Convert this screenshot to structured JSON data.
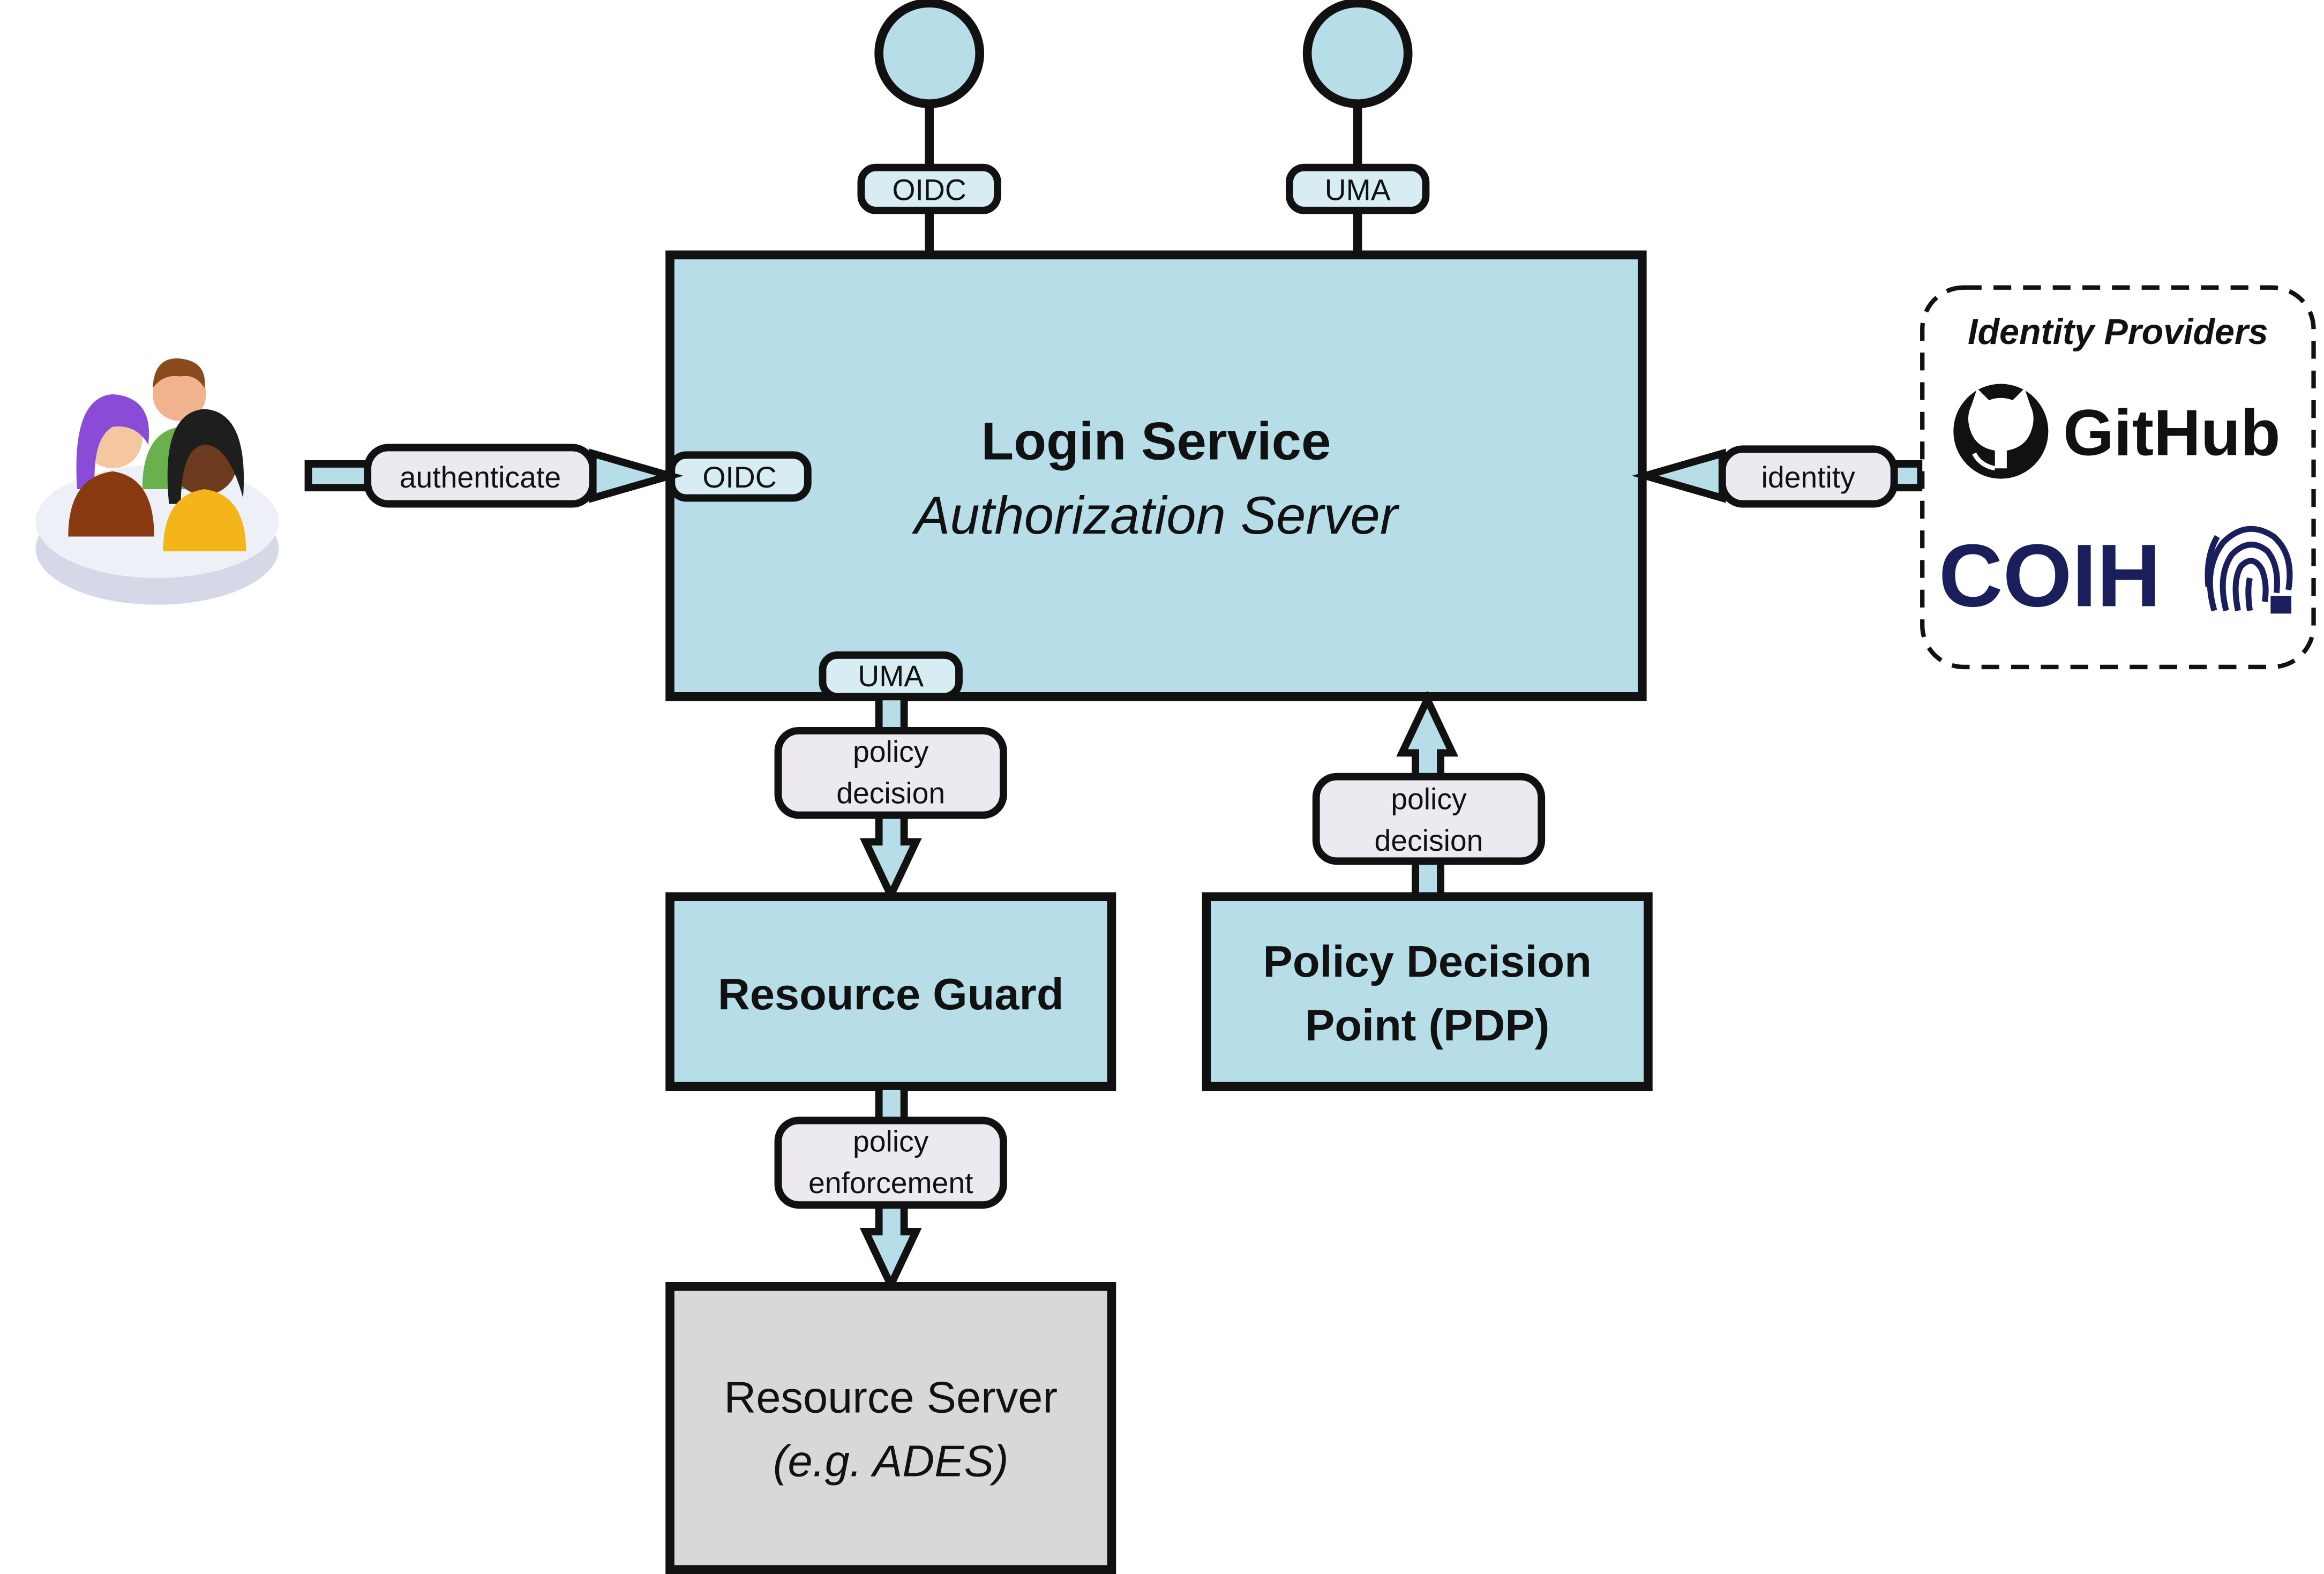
{
  "diagram": {
    "login_service": {
      "title": "Login Service",
      "subtitle": "Authorization Server"
    },
    "resource_guard": {
      "title": "Resource Guard"
    },
    "pdp": {
      "line1": "Policy Decision",
      "line2": "Point (PDP)"
    },
    "resource_server": {
      "line1": "Resource Server",
      "line2": "(e.g. ADES)"
    },
    "identity_providers": {
      "title": "Identity Providers",
      "github": "GitHub",
      "coih": "COIH"
    },
    "interfaces": {
      "oidc_top": "OIDC",
      "uma_top": "UMA",
      "oidc_left": "OIDC",
      "uma_bottom": "UMA"
    },
    "flows": {
      "authenticate": "authenticate",
      "identity": "identity",
      "policy_decision_left": [
        "policy",
        "decision"
      ],
      "policy_decision_right": [
        "policy",
        "decision"
      ],
      "policy_enforcement": [
        "policy",
        "enforcement"
      ]
    },
    "icons": {
      "users": "users-group-icon",
      "github": "github-octocat-icon",
      "coih": "fingerprint-lock-icon"
    },
    "colors": {
      "component_fill": "#b6dde8",
      "resource_server_fill": "#d8d8d8",
      "label_fill": "#ece9f0",
      "interface_fill": "#d7ecf3",
      "coih_navy": "#1a1f5c"
    }
  }
}
